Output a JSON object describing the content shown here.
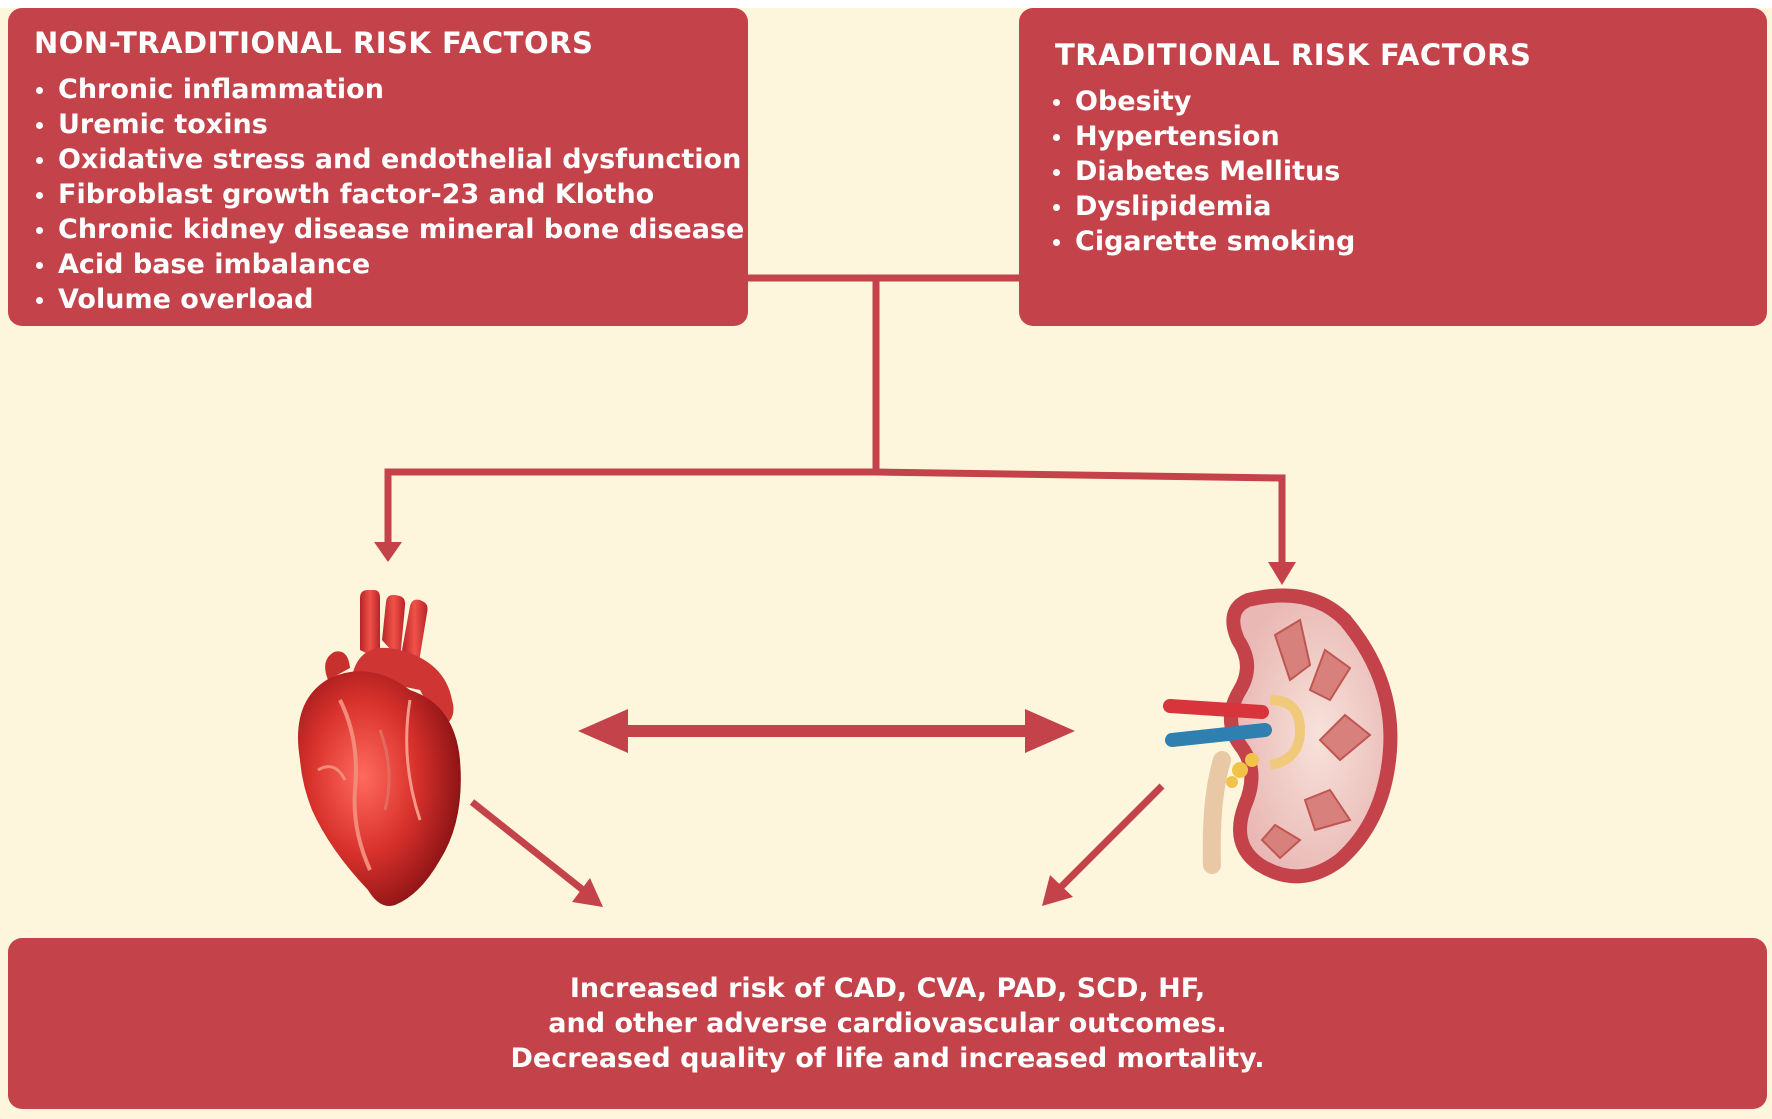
{
  "non_traditional": {
    "title": "NON-TRADITIONAL RISK FACTORS",
    "items": [
      "Chronic inflammation",
      "Uremic toxins",
      "Oxidative stress and endothelial dysfunction",
      "Fibroblast growth factor-23 and Klotho",
      "Chronic kidney disease mineral bone disease",
      "Acid base imbalance",
      "Volume overload"
    ]
  },
  "traditional": {
    "title": "TRADITIONAL RISK FACTORS",
    "items": [
      "Obesity",
      "Hypertension",
      "Diabetes Mellitus",
      "Dyslipidemia",
      "Cigarette smoking"
    ]
  },
  "outcome": {
    "lines": [
      "Increased risk of CAD, CVA, PAD, SCD, HF,",
      "and other adverse cardiovascular outcomes.",
      "Decreased quality of life and increased mortality."
    ]
  },
  "colors": {
    "box": "#c4424a",
    "background": "#fdf6dc",
    "text": "#ffffff"
  },
  "icons": [
    "heart-illustration",
    "kidney-illustration"
  ]
}
